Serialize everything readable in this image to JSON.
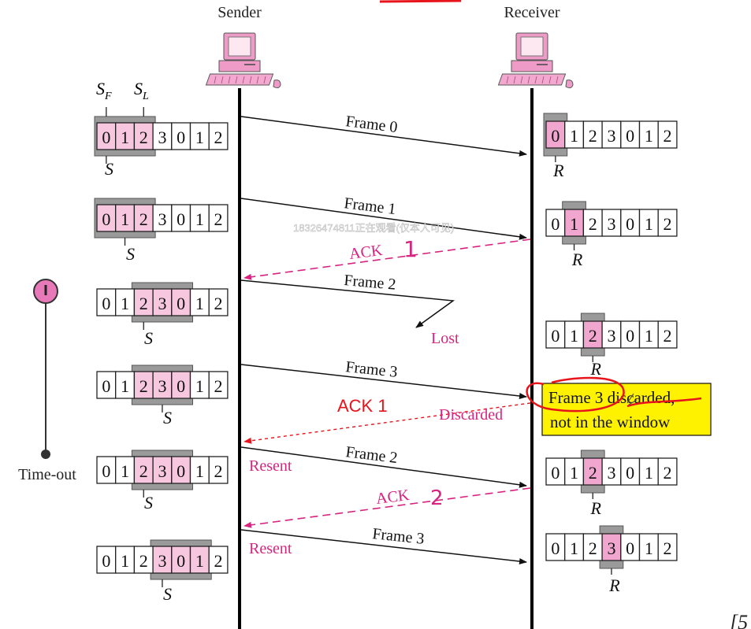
{
  "header": {
    "sender_label": "Sender",
    "receiver_label": "Receiver"
  },
  "window_labels": {
    "sf": "S",
    "sf_sub": "F",
    "sl": "S",
    "sl_sub": "L",
    "s": "S",
    "r": "R"
  },
  "sequence_numbers": [
    "0",
    "1",
    "2",
    "3",
    "0",
    "1",
    "2"
  ],
  "timer": {
    "start_symbol": "I",
    "timeout_label": "Time-out"
  },
  "frames": {
    "f0": "Frame 0",
    "f1": "Frame 1",
    "f2": "Frame 2",
    "f3": "Frame 3",
    "f2_resent": "Frame 2",
    "f3_resent": "Frame 3"
  },
  "acks": {
    "ack1_printed": "ACK",
    "ack1_handwritten": "1",
    "ack1_red": "ACK 1",
    "ack2_printed": "ACK",
    "ack2_handwritten": "2"
  },
  "annotations": {
    "lost": "Lost",
    "discarded": "Discarded",
    "resent_1": "Resent",
    "resent_2": "Resent"
  },
  "callout": {
    "line1": "Frame 3 discarded,",
    "line2": "not in the window"
  },
  "watermark": "18326474811正在观看(仅本人可见)",
  "corner_text": "[5",
  "colors": {
    "window_fill": "#f6c7de",
    "current_fill": "#f0a6cf",
    "bar": "#9a9a9a",
    "ack": "#d6247f",
    "red": "#e8141c",
    "callout": "#fff200"
  }
}
